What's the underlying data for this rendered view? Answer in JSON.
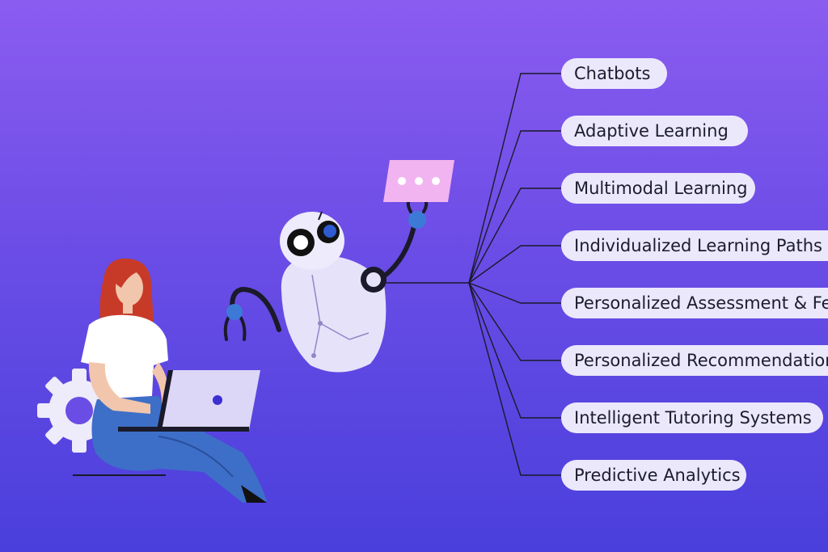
{
  "colors": {
    "background_top": "#8b5cf0",
    "background_bottom": "#4a3fdc",
    "pill_fill": "#ebe8fb",
    "pill_text": "#1c1c2e",
    "connector": "#1a1a2a",
    "robot_body": "#e6e2fa",
    "chat_bubble": "#f2b4f0"
  },
  "illustration": {
    "person": "woman-with-laptop",
    "robot": "ai-robot",
    "chat_bubble_icon": "typing-dots-icon",
    "gear_icon": "gear-icon"
  },
  "branches": [
    {
      "label": "Chatbots"
    },
    {
      "label": "Adaptive Learning"
    },
    {
      "label": "Multimodal Learning"
    },
    {
      "label": "Individualized Learning Paths"
    },
    {
      "label": "Personalized Assessment & Feedback"
    },
    {
      "label": "Personalized Recommendations"
    },
    {
      "label": "Intelligent Tutoring Systems"
    },
    {
      "label": "Predictive Analytics"
    }
  ]
}
